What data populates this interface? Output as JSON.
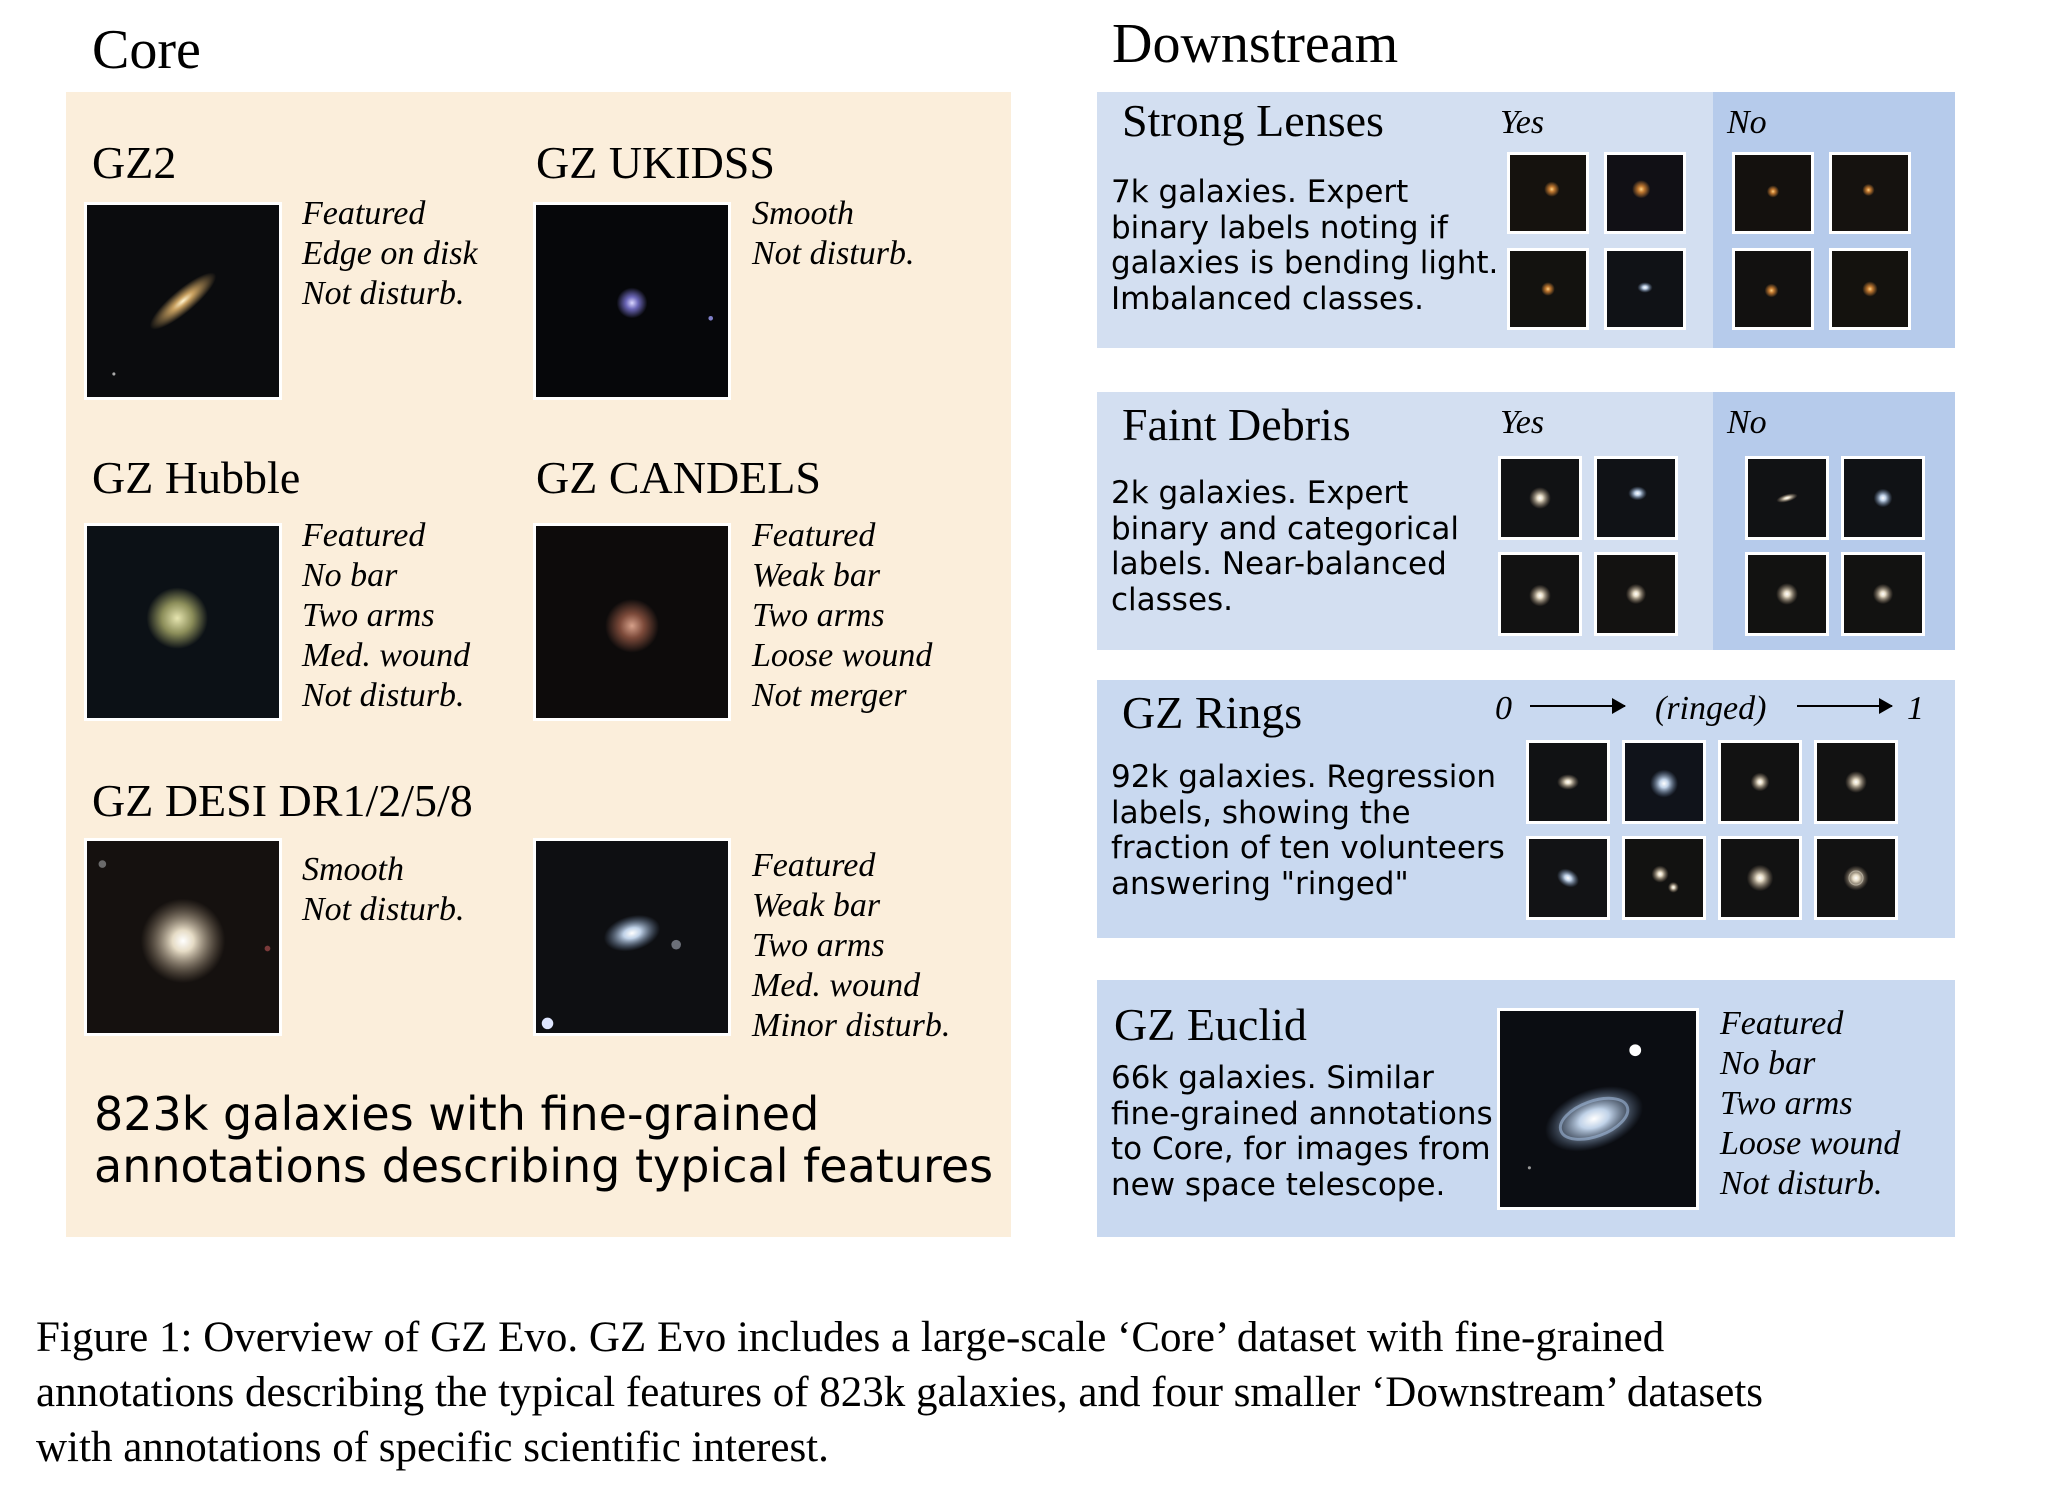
{
  "core": {
    "title": "Core",
    "datasets": [
      {
        "label": "GZ2",
        "tags": [
          "Featured",
          "Edge on disk",
          "Not disturb."
        ]
      },
      {
        "label": "GZ UKIDSS",
        "tags": [
          "Smooth",
          "Not disturb."
        ]
      },
      {
        "label": "GZ Hubble",
        "tags": [
          "Featured",
          "No bar",
          "Two arms",
          "Med. wound",
          "Not disturb."
        ]
      },
      {
        "label": "GZ CANDELS",
        "tags": [
          "Featured",
          "Weak bar",
          "Two arms",
          "Loose wound",
          "Not merger"
        ]
      },
      {
        "label": "GZ DESI DR1/2/5/8",
        "tags_left": [
          "Smooth",
          "Not disturb."
        ],
        "tags_right": [
          "Featured",
          "Weak bar",
          "Two arms",
          "Med. wound",
          "Minor disturb."
        ]
      }
    ],
    "summary": [
      "823k galaxies with fine-grained",
      "annotations describing typical features"
    ]
  },
  "downstream": {
    "title": "Downstream",
    "strong_lenses": {
      "label": "Strong Lenses",
      "yes": "Yes",
      "no": "No",
      "desc": [
        "7k galaxies. Expert",
        "binary labels noting if",
        "galaxies is bending light.",
        "Imbalanced classes."
      ]
    },
    "faint_debris": {
      "label": "Faint Debris",
      "yes": "Yes",
      "no": "No",
      "desc": [
        "2k galaxies. Expert",
        "binary and categorical",
        "labels. Near-balanced",
        "classes."
      ]
    },
    "gz_rings": {
      "label": "GZ Rings",
      "scale_start": "0",
      "scale_mid": "(ringed)",
      "scale_end": "1",
      "desc": [
        "92k galaxies. Regression",
        "labels, showing the",
        "fraction of ten volunteers",
        "answering \"ringed\""
      ]
    },
    "gz_euclid": {
      "label": "GZ Euclid",
      "desc": [
        "66k galaxies. Similar",
        "fine-grained annotations",
        "to Core, for images from",
        "new space telescope."
      ],
      "tags": [
        "Featured",
        "No bar",
        "Two arms",
        "Loose wound",
        "Not disturb."
      ]
    }
  },
  "caption": [
    "Figure 1: Overview of GZ Evo. GZ Evo includes a large-scale ‘Core’ dataset with fine-grained",
    "annotations describing the typical features of 823k galaxies, and four smaller ‘Downstream’ datasets",
    "with annotations of specific scientific interest."
  ]
}
